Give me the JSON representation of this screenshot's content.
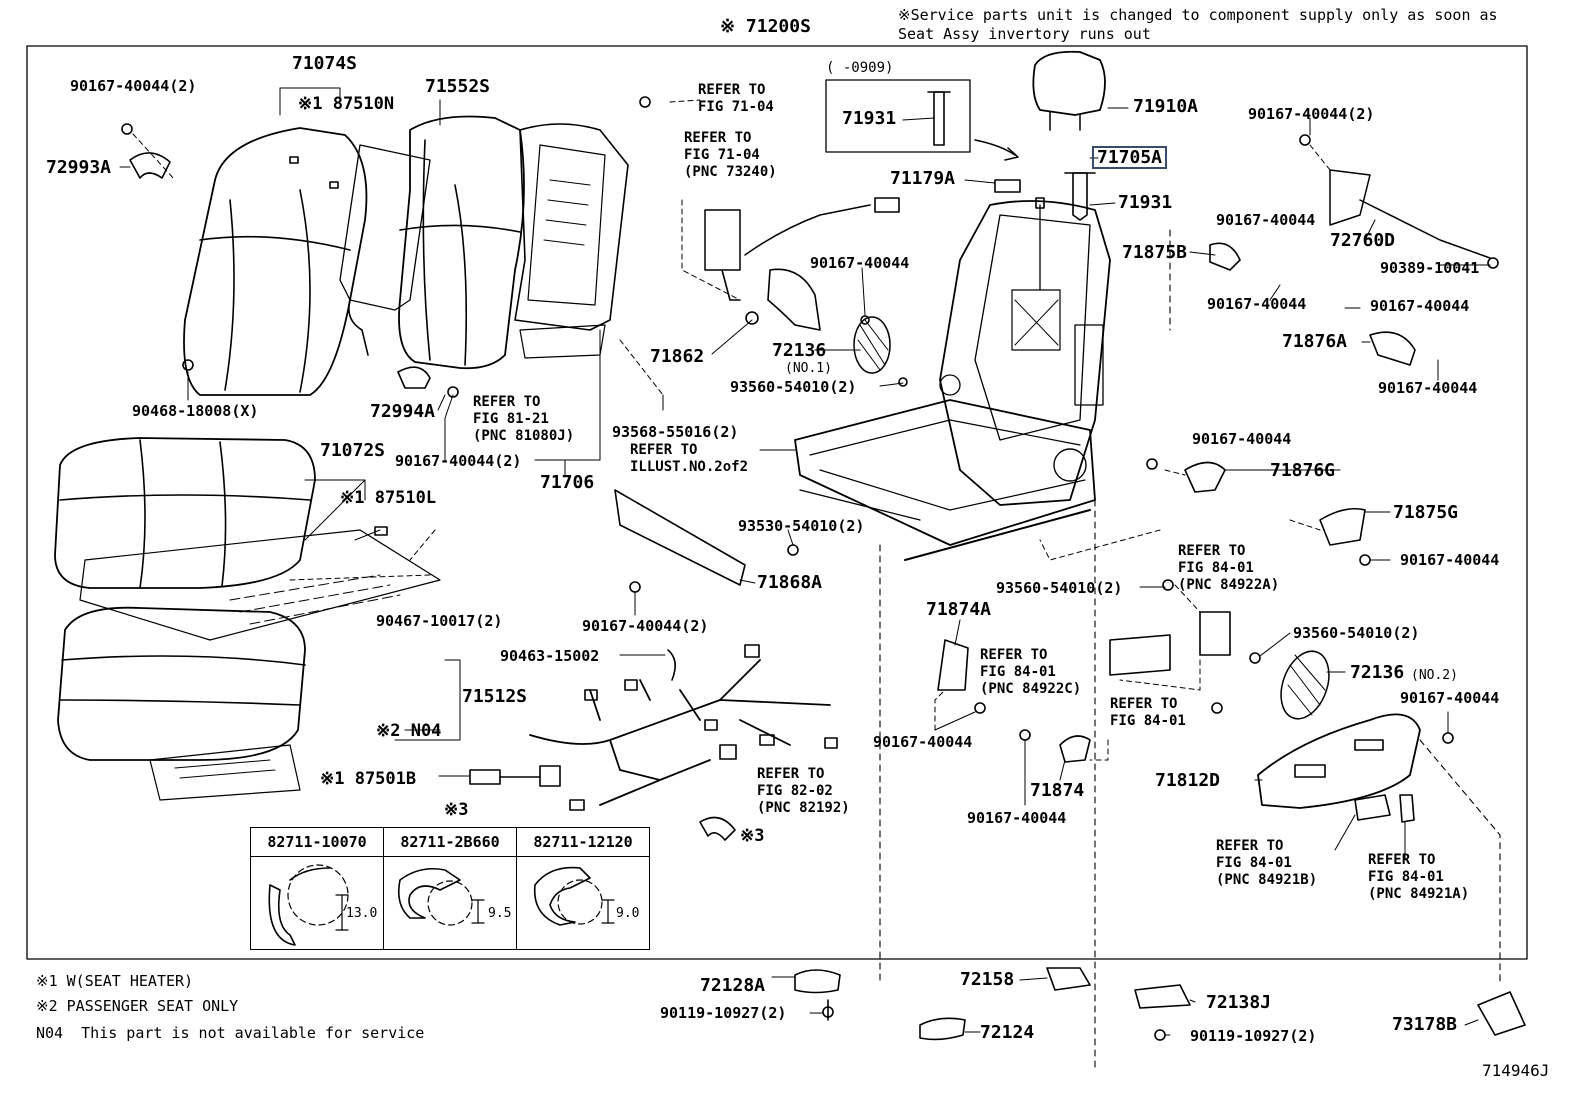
{
  "diagram": {
    "main_part": "※ 71200S",
    "service_note": "※Service parts unit is changed to component supply only as soon as\nSeat Assy invertory runs out",
    "figure_code": "714946J",
    "date_range": "(      -0909)",
    "highlighted_part": "71705A",
    "labels": {
      "p71074S": "71074S",
      "p87510N": "※1 87510N",
      "p71552S": "71552S",
      "p90167_40044_2_a": "90167-40044(2)",
      "p72993A": "72993A",
      "p90468": "90468-18008(X)",
      "p72994A": "72994A",
      "p90167_40044_2_b": "90167-40044(2)",
      "p71706": "71706",
      "p71072S": "71072S",
      "p87510L": "※1 87510L",
      "p90467": "90467-10017(2)",
      "p71512S": "71512S",
      "pN04": "※2 N04",
      "p87501B": "※1 87501B",
      "p71931_a": "71931",
      "p71910A": "71910A",
      "p71179A": "71179A",
      "p71931_b": "71931",
      "p90167_40044_2_c": "90167-40044(2)",
      "p90167_40044_a": "90167-40044",
      "p72760D": "72760D",
      "p90389": "90389-10041",
      "p71875B": "71875B",
      "p90167_40044_b": "90167-40044",
      "p90167_40044_c": "90167-40044",
      "p71876A": "71876A",
      "p90167_40044_d": "90167-40044",
      "p71862": "71862",
      "p90167_40044_e": "90167-40044",
      "p72136": "72136",
      "p72136_no1": "(NO.1)",
      "p93560_54010_2_a": "93560-54010(2)",
      "p93568": "93568-55016(2)",
      "p90167_40044_f": "90167-40044",
      "p71876G": "71876G",
      "p71875G": "71875G",
      "p90167_40044_g": "90167-40044",
      "p93530": "93530-54010(2)",
      "p71868A": "71868A",
      "p90167_40044_2_d": "90167-40044(2)",
      "p93560_54010_2_b": "93560-54010(2)",
      "p71874A": "71874A",
      "p93560_54010_2_c": "93560-54010(2)",
      "p72136_no2": "72136",
      "p72136_no2_sub": "(NO.2)",
      "p90463": "90463-15002",
      "p90167_40044_h": "90167-40044",
      "p90167_40044_i": "90167-40044",
      "p71812D": "71812D",
      "p71874": "71874",
      "p90167_40044_j": "90167-40044",
      "p3_clip": "※3",
      "p3_head": "※3",
      "p72128A": "72128A",
      "p90119_a": "90119-10927(2)",
      "p72158": "72158",
      "p72138J": "72138J",
      "p90119_b": "90119-10927(2)",
      "p72124": "72124",
      "p73178B": "73178B"
    },
    "refs": {
      "r1": "REFER TO\nFIG 71-04",
      "r2": "REFER TO\nFIG 71-04\n(PNC 73240)",
      "r3": "REFER TO\nFIG 81-21\n(PNC 81080J)",
      "r4": "REFER TO\nILLUST.NO.2of2",
      "r5": "REFER TO\nFIG 84-01\n(PNC 84922A)",
      "r6": "REFER TO\nFIG 84-01\n(PNC 84922C)",
      "r7": "REFER TO\nFIG 84-01",
      "r8": "REFER TO\nFIG 82-02\n(PNC 82192)",
      "r9": "REFER TO\nFIG 84-01\n(PNC 84921B)",
      "r10": "REFER TO\nFIG 84-01\n(PNC 84921A)"
    },
    "clip_table": {
      "headers": [
        "82711-10070",
        "82711-2B660",
        "82711-12120"
      ],
      "dims": [
        "13.0",
        "9.5",
        "9.0"
      ]
    },
    "legend": [
      "※1 W(SEAT HEATER)",
      "※2 PASSENGER SEAT ONLY",
      "N04  This part is not available for service"
    ]
  }
}
